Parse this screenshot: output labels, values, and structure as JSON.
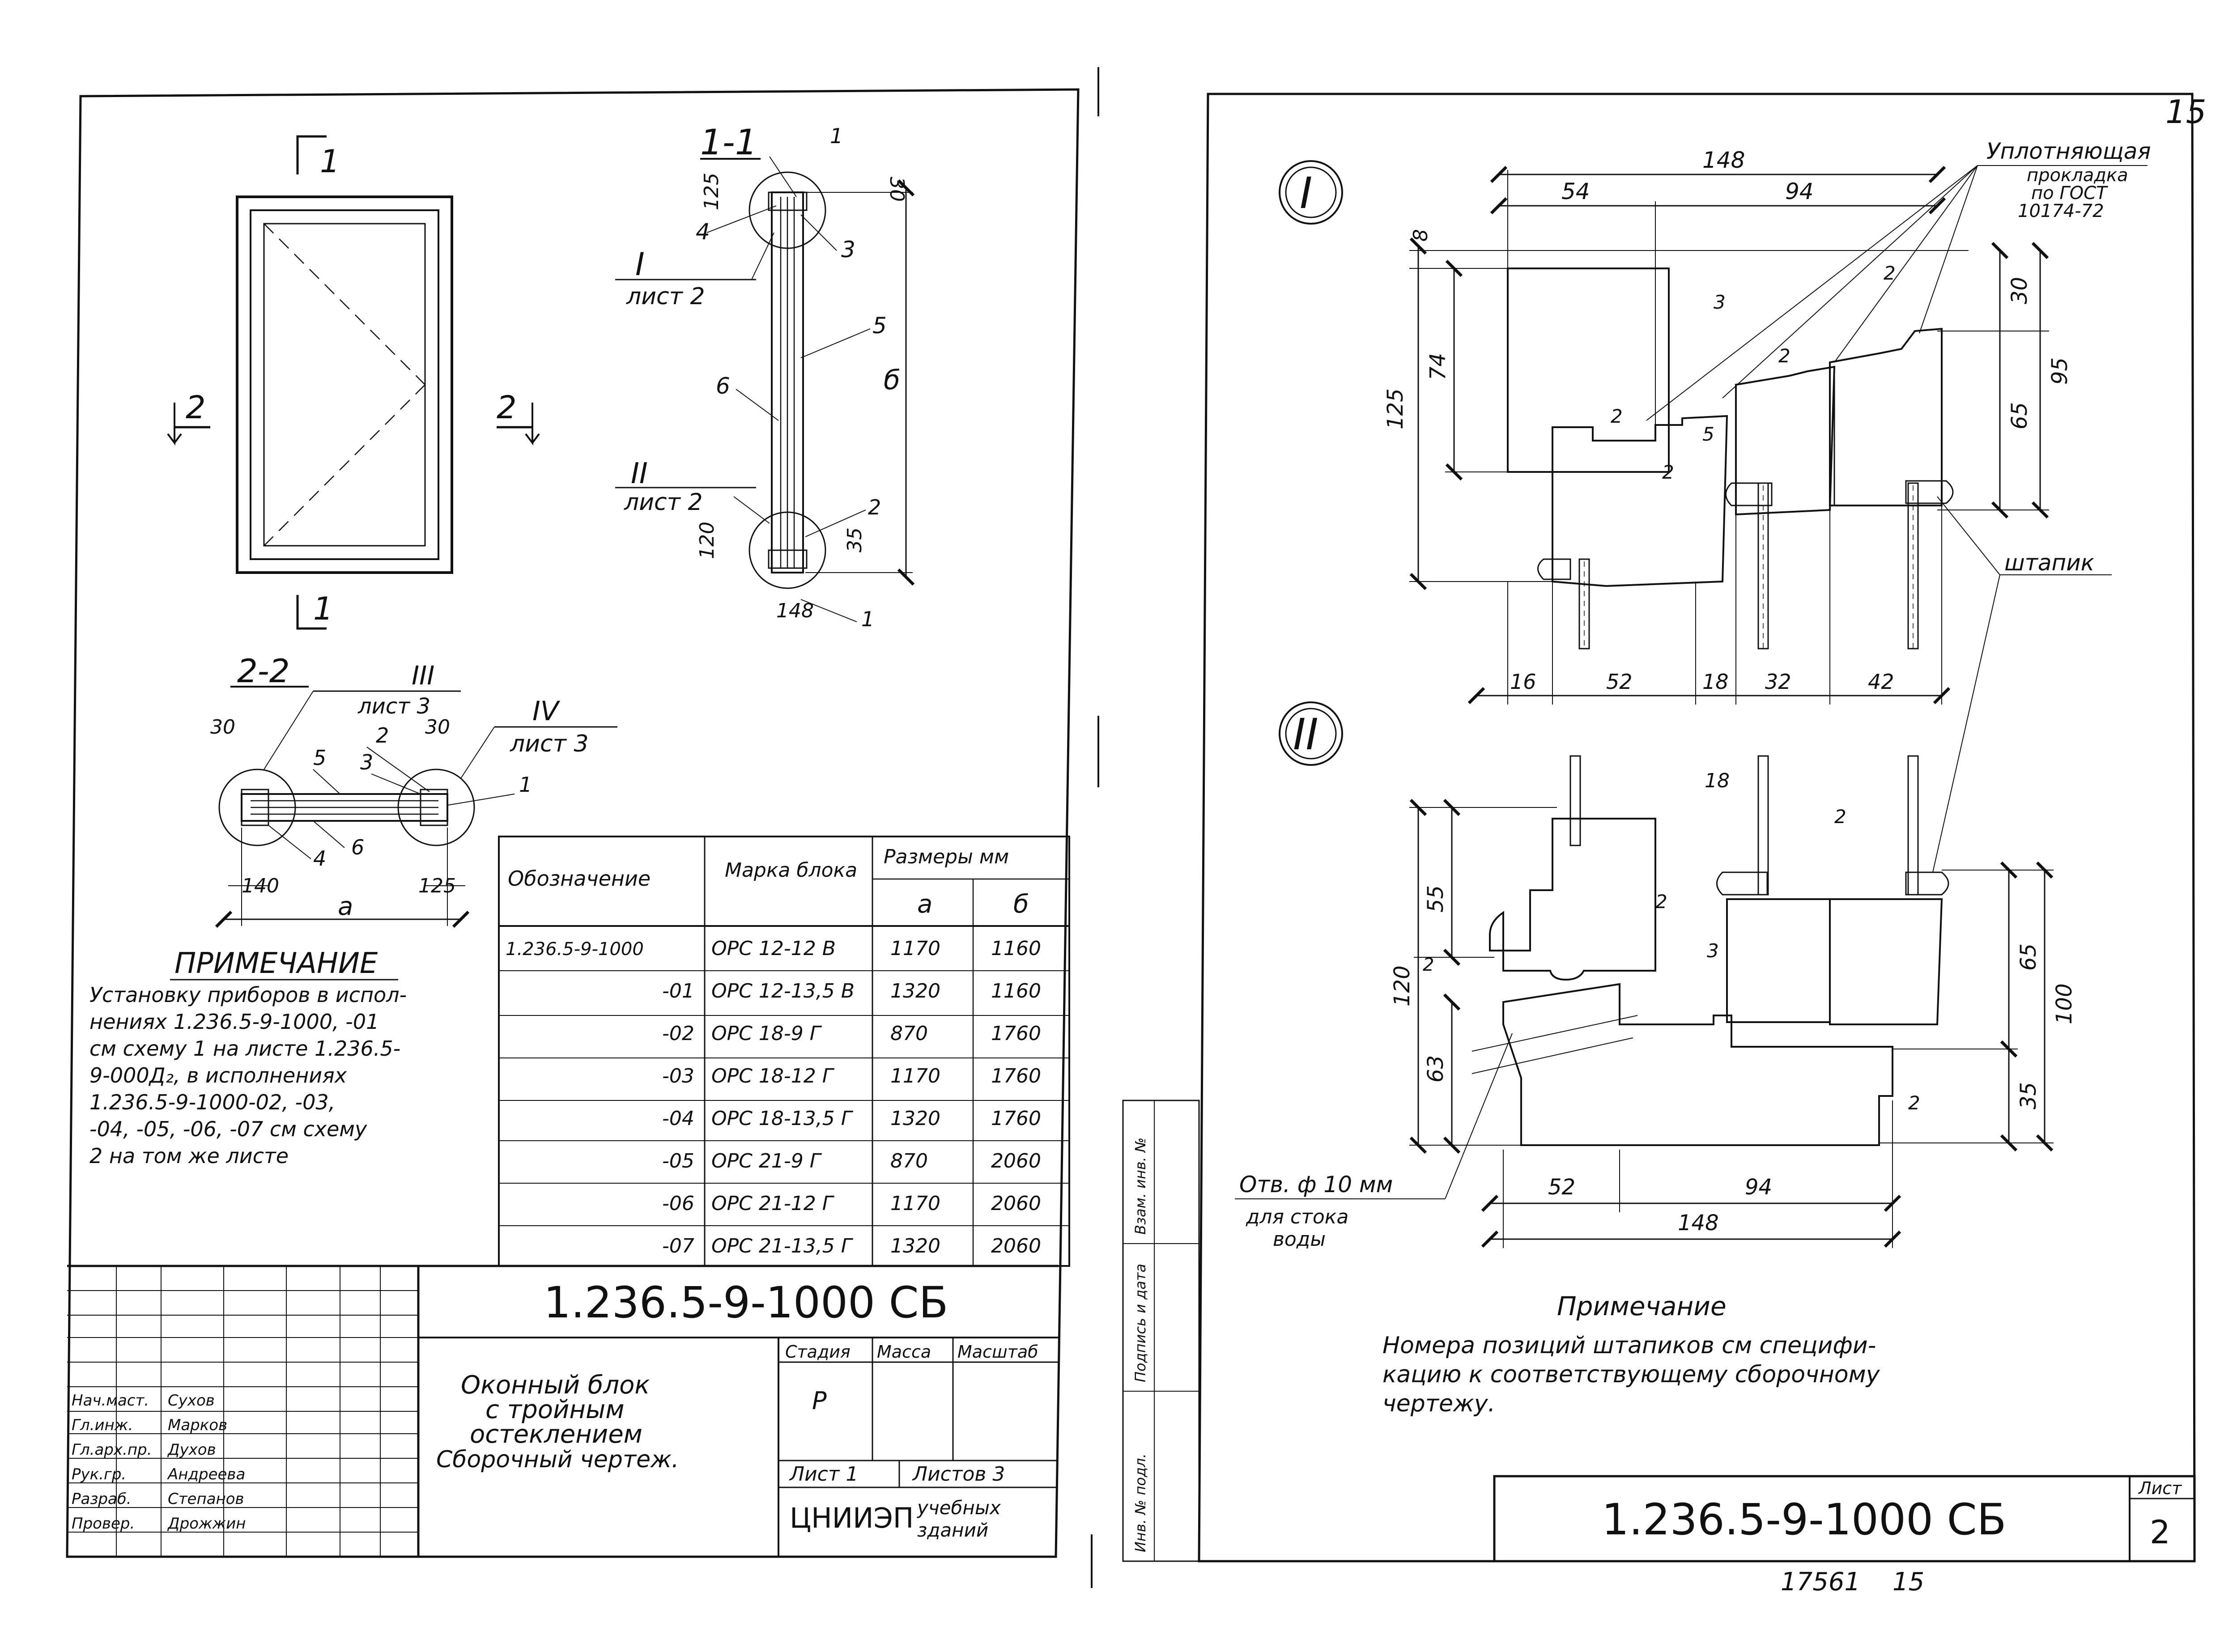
{
  "left_sheet": {
    "plan_elevation": {
      "section_1_top": "1",
      "section_1_bottom": "1",
      "section_2_left": "2",
      "section_2_right": "2"
    },
    "section_1_1": {
      "title": "1-1",
      "callout_I_num": "I",
      "callout_I_sheet": "лист 2",
      "callout_II_num": "II",
      "callout_II_sheet": "лист 2",
      "labels": [
        "1",
        "30",
        "125",
        "4",
        "3",
        "5",
        "6",
        "б",
        "2",
        "120",
        "35",
        "148",
        "1"
      ]
    },
    "section_2_2": {
      "title": "2-2",
      "callout_III_num": "III",
      "callout_III_sheet": "лист 3",
      "callout_IV_num": "IV",
      "callout_IV_sheet": "лист 3",
      "labels": [
        "30",
        "2",
        "30",
        "5",
        "3",
        "1",
        "6",
        "4",
        "140",
        "125",
        "a"
      ]
    },
    "note": {
      "title": "ПРИМЕЧАНИЕ",
      "lines": [
        "Установку приборов в испол-",
        "нениях 1.236.5-9-1000, -01",
        "см схему 1 на листе 1.236.5-",
        "9-000Д₂, в исполнениях",
        "1.236.5-9-1000-02, -03,",
        "-04, -05, -06, -07 см схему",
        "2 на том же листе"
      ]
    },
    "table": {
      "headers": {
        "designation": "Обозначение",
        "mark": "Марка блока",
        "dims": "Размеры мм",
        "a": "а",
        "b": "б"
      },
      "rows": [
        {
          "designation": "1.236.5-9-1000",
          "mark": "ОРС 12-12 В",
          "a": "1170",
          "b": "1160"
        },
        {
          "designation": "-01",
          "mark": "ОРС 12-13,5 В",
          "a": "1320",
          "b": "1160"
        },
        {
          "designation": "-02",
          "mark": "ОРС 18-9 Г",
          "a": "870",
          "b": "1760"
        },
        {
          "designation": "-03",
          "mark": "ОРС 18-12 Г",
          "a": "1170",
          "b": "1760"
        },
        {
          "designation": "-04",
          "mark": "ОРС 18-13,5 Г",
          "a": "1320",
          "b": "1760"
        },
        {
          "designation": "-05",
          "mark": "ОРС 21-9 Г",
          "a": "870",
          "b": "2060"
        },
        {
          "designation": "-06",
          "mark": "ОРС 21-12 Г",
          "a": "1170",
          "b": "2060"
        },
        {
          "designation": "-07",
          "mark": "ОРС 21-13,5 Г",
          "a": "1320",
          "b": "2060"
        }
      ]
    },
    "title_block": {
      "document_code": "1.236.5-9-1000 СБ",
      "title_lines": [
        "Оконный блок",
        "с тройным",
        "остеклением",
        "Сборочный чертеж."
      ],
      "stage_label": "Стадия",
      "mass_label": "Масса",
      "scale_label": "Масштаб",
      "stage_value": "Р",
      "sheet_label": "Лист 1",
      "sheets_label": "Листов 3",
      "org": "ЦНИИЭП",
      "org_detail_1": "учебных",
      "org_detail_2": "зданий",
      "signatures": [
        {
          "role": "Нач.маст.",
          "name": "Сухов"
        },
        {
          "role": "Гл.инж.",
          "name": "Марков"
        },
        {
          "role": "Гл.арх.пр.",
          "name": "Духов"
        },
        {
          "role": "Рук.гр.",
          "name": "Андреева"
        },
        {
          "role": "Разраб.",
          "name": "Степанов"
        },
        {
          "role": "Провер.",
          "name": "Дрожжин"
        }
      ]
    }
  },
  "right_sheet": {
    "page_number_top": "15",
    "detail_I": {
      "label": "I",
      "dims_top": [
        "148",
        "54",
        "94"
      ],
      "dims_left": [
        "8",
        "125",
        "74"
      ],
      "dims_right": [
        "30",
        "95",
        "65"
      ],
      "dims_bottom": [
        "16",
        "52",
        "18",
        "32",
        "42"
      ],
      "small_dims": [
        "3",
        "2",
        "2",
        "5",
        "2",
        "2"
      ],
      "seal_note": [
        "Уплотняющая",
        "прокладка",
        "по ГОСТ",
        "10174-72"
      ],
      "bead_label": "штапик"
    },
    "detail_II": {
      "label": "II",
      "dims_left": [
        "55",
        "120",
        "63"
      ],
      "dims_right": [
        "65",
        "100",
        "35"
      ],
      "dims_bottom": [
        "52",
        "94",
        "148"
      ],
      "small_dims": [
        "18",
        "2",
        "2",
        "3",
        "2",
        "2"
      ],
      "hole_note": [
        "Отв. ф 10 мм",
        "для стока",
        "воды"
      ]
    },
    "note": {
      "title": "Примечание",
      "lines": [
        "Номера позиций штапиков см специфи-",
        "кацию к соответствующему сборочному",
        "чертежу."
      ]
    },
    "side_stamp": [
      "Инв. № подл.",
      "Подпись и дата",
      "Взам. инв. №"
    ],
    "title_block": {
      "document_code": "1.236.5-9-1000 СБ",
      "sheet_label": "Лист",
      "sheet_number": "2"
    },
    "archive_number": "17561",
    "archive_page": "15"
  }
}
